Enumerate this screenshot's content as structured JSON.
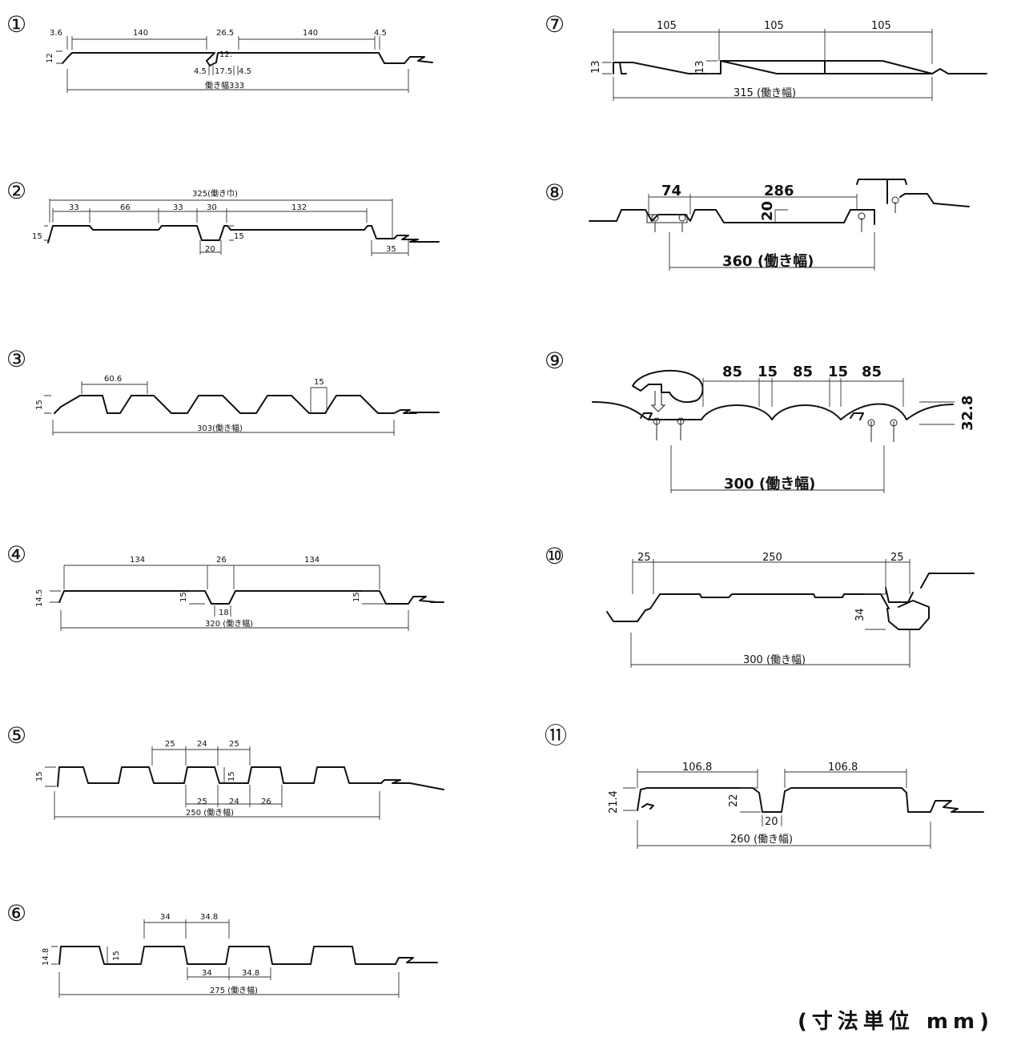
{
  "profiles": [
    {
      "marker": "①",
      "dims": {
        "d1": "3.6",
        "d2": "140",
        "d3": "26.5",
        "d4": "140",
        "d5": "4.5",
        "h": "12",
        "h2": "12.",
        "b1": "4.5",
        "b2": "17.5",
        "b3": "4.5",
        "work": "働き幅333"
      }
    },
    {
      "marker": "②",
      "dims": {
        "work": "325(働き巾)",
        "d1": "33",
        "d2": "66",
        "d3": "33",
        "d4": "30",
        "d5": "132",
        "h": "15",
        "h2": "15",
        "b1": "20",
        "b2": "35"
      }
    },
    {
      "marker": "③",
      "dims": {
        "top": "60.6",
        "rib": "15",
        "h": "15",
        "work": "303(働き幅)"
      }
    },
    {
      "marker": "④",
      "dims": {
        "d1": "134",
        "d2": "26",
        "d3": "134",
        "h": "14.5",
        "h2": "15",
        "h3": "15",
        "b1": "18",
        "work": "320 (働き幅)"
      }
    },
    {
      "marker": "⑤",
      "dims": {
        "t1": "25",
        "t2": "24",
        "t3": "25",
        "h": "15",
        "h2": "15",
        "b1": "25",
        "b2": "24",
        "b3": "26",
        "work": "250 (働き幅)"
      }
    },
    {
      "marker": "⑥",
      "dims": {
        "t1": "34",
        "t2": "34.8",
        "h": "14.8",
        "h2": "15",
        "b1": "34",
        "b2": "34.8",
        "work": "275 (働き幅)"
      }
    },
    {
      "marker": "⑦",
      "dims": {
        "d1": "105",
        "d2": "105",
        "d3": "105",
        "h": "13",
        "h2": "13",
        "work": "315 (働き幅)"
      }
    },
    {
      "marker": "⑧",
      "dims": {
        "d1": "74",
        "d2": "286",
        "h": "20",
        "work": "360 (働き幅)"
      }
    },
    {
      "marker": "⑨",
      "dims": {
        "d1": "85",
        "d2": "15",
        "d3": "85",
        "d4": "15",
        "d5": "85",
        "h": "32.8",
        "work": "300 (働き幅)"
      }
    },
    {
      "marker": "⑩",
      "dims": {
        "d1": "25",
        "d2": "250",
        "d3": "25",
        "h": "34",
        "work": "300 (働き幅)"
      }
    },
    {
      "marker": "⑪",
      "dims": {
        "d1": "106.8",
        "d2": "106.8",
        "h": "21.4",
        "h2": "22",
        "b1": "20",
        "work": "260 (働き幅)"
      }
    }
  ],
  "unit_note": "(寸法単位 mm)"
}
